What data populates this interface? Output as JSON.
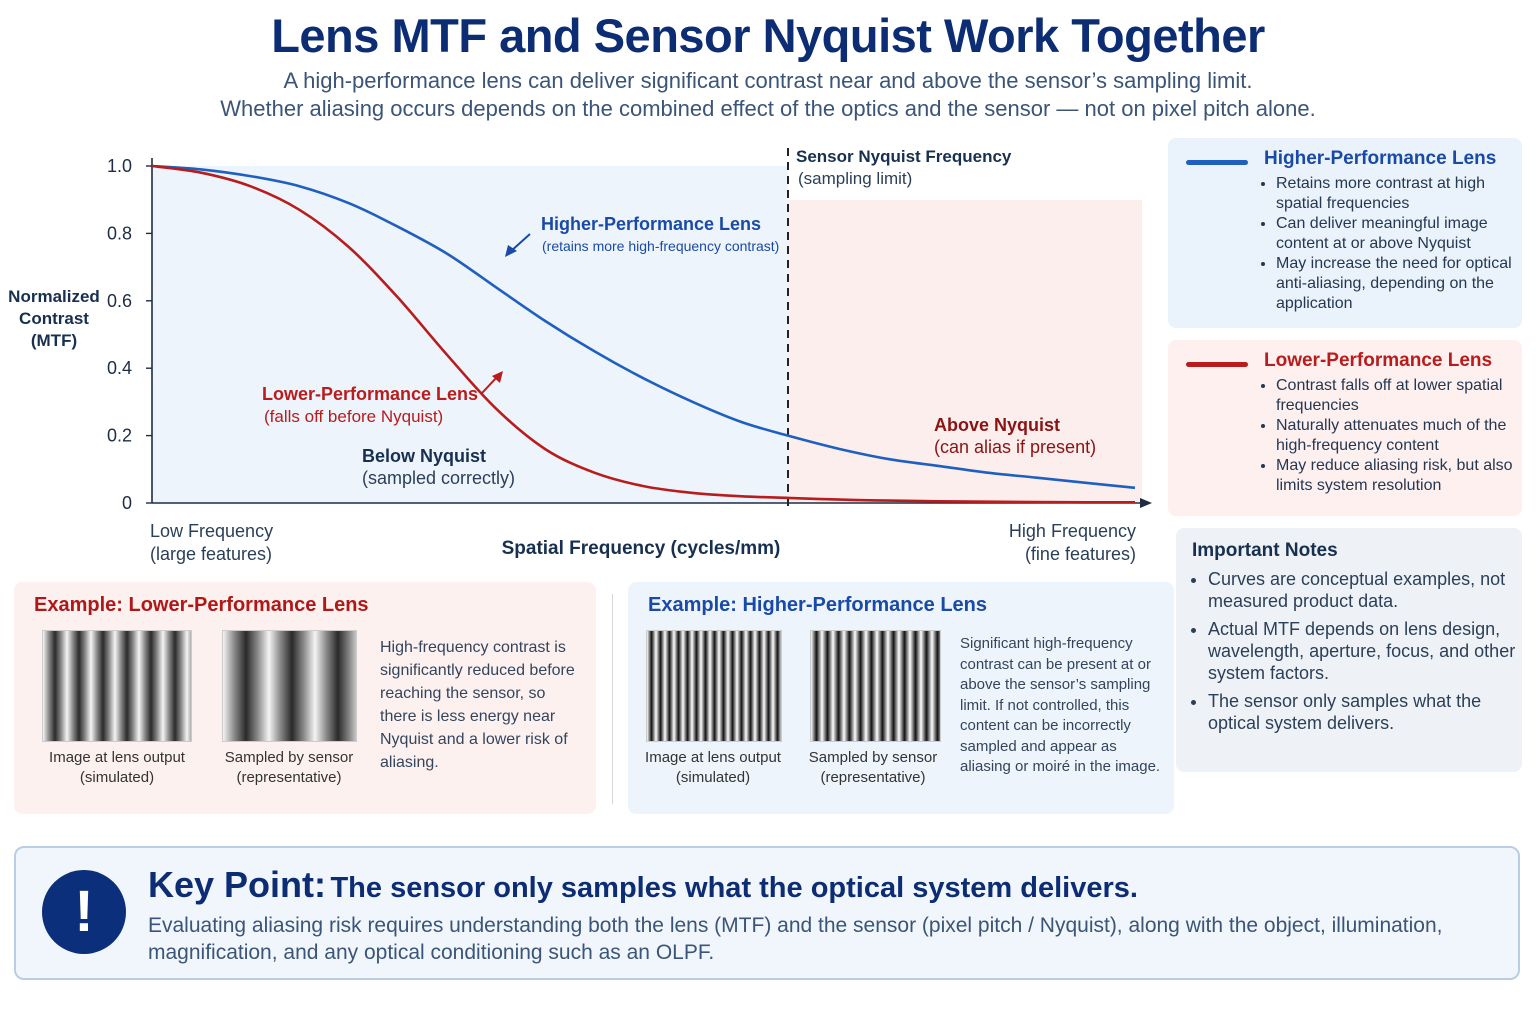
{
  "title": "Lens MTF and Sensor Nyquist Work Together",
  "subtitle_lines": [
    "A high-performance lens can deliver significant contrast near and above the sensor’s sampling limit.",
    "Whether aliasing occurs depends on the combined effect of the optics and the sensor — not on pixel pitch alone."
  ],
  "chart_data": {
    "type": "line",
    "title": "",
    "ylabel": "Normalized Contrast (MTF)",
    "xlabel": "Spatial Frequency (cycles/mm)",
    "xlim": [
      0,
      1
    ],
    "ylim": [
      0,
      1
    ],
    "x_end_labels": {
      "low": [
        "Low Frequency",
        "(large features)"
      ],
      "high": [
        "High Frequency",
        "(fine features)"
      ]
    },
    "y_ticks": [
      {
        "value": 1.0,
        "label": "1.0"
      },
      {
        "value": 0.8,
        "label": "0.8"
      },
      {
        "value": 0.6,
        "label": "0.6"
      },
      {
        "value": 0.4,
        "label": "0.4"
      },
      {
        "value": 0.2,
        "label": "0.2"
      },
      {
        "value": 0.0,
        "label": "0"
      }
    ],
    "nyquist": {
      "x": 0.647,
      "label": "Sensor Nyquist Frequency",
      "sublabel": "(sampling limit)"
    },
    "regions": {
      "below": {
        "label": "Below Nyquist",
        "sublabel": "(sampled correctly)"
      },
      "above": {
        "label": "Above Nyquist",
        "sublabel": "(can alias if present)"
      }
    },
    "x": [
      0.0,
      0.05,
      0.1,
      0.15,
      0.2,
      0.25,
      0.3,
      0.35,
      0.4,
      0.45,
      0.5,
      0.55,
      0.6,
      0.647,
      0.7,
      0.75,
      0.8,
      0.85,
      0.9,
      0.95,
      1.0
    ],
    "series": [
      {
        "name": "Higher-Performance Lens",
        "annotation": "(retains more high-frequency contrast)",
        "color": "#1f5fc0",
        "values": [
          1.0,
          0.99,
          0.97,
          0.94,
          0.89,
          0.82,
          0.74,
          0.64,
          0.54,
          0.45,
          0.37,
          0.3,
          0.24,
          0.2,
          0.16,
          0.13,
          0.11,
          0.09,
          0.075,
          0.06,
          0.045
        ]
      },
      {
        "name": "Lower-Performance Lens",
        "annotation": "(falls off before Nyquist)",
        "color": "#b81c1c",
        "values": [
          1.0,
          0.98,
          0.94,
          0.87,
          0.76,
          0.61,
          0.44,
          0.28,
          0.16,
          0.09,
          0.05,
          0.03,
          0.02,
          0.015,
          0.01,
          0.007,
          0.005,
          0.004,
          0.003,
          0.002,
          0.002
        ]
      }
    ]
  },
  "legend": {
    "higher": {
      "title": "Higher-Performance Lens",
      "color": "#1f5fc0",
      "bullets": [
        "Retains more contrast at high spatial frequencies",
        "Can deliver meaningful image content at or above Nyquist",
        "May increase the need for optical anti-aliasing, depending on the application"
      ]
    },
    "lower": {
      "title": "Lower-Performance Lens",
      "color": "#b81c1c",
      "bullets": [
        "Contrast falls off at lower spatial frequencies",
        "Naturally attenuates much of the high-frequency content",
        "May reduce aliasing risk, but also limits system resolution"
      ]
    }
  },
  "notes": {
    "title": "Important Notes",
    "bullets": [
      "Curves are conceptual examples, not measured product data.",
      "Actual MTF depends on lens design, wavelength, aperture, focus, and other system factors.",
      "The sensor only samples what the optical system delivers."
    ]
  },
  "examples": {
    "lower": {
      "title": "Example: Lower-Performance Lens",
      "cap1": [
        "Image at lens output",
        "(simulated)"
      ],
      "cap2": [
        "Sampled by sensor",
        "(representative)"
      ],
      "description": "High-frequency contrast is significantly reduced before reaching the sensor, so there is less energy near Nyquist and a lower risk of aliasing."
    },
    "higher": {
      "title": "Example: Higher-Performance Lens",
      "cap1": [
        "Image at lens output",
        "(simulated)"
      ],
      "cap2": [
        "Sampled by sensor",
        "(representative)"
      ],
      "description": "Significant high-frequency contrast can be present at or above the sensor’s sampling limit. If not controlled, this content can be incorrectly sampled and appear as aliasing or moiré in the image."
    }
  },
  "key_point": {
    "icon": "!",
    "label": "Key Point:",
    "headline": "The sensor only samples what the optical system delivers.",
    "body": "Evaluating aliasing risk requires understanding both the lens (MTF) and the sensor (pixel pitch / Nyquist), along with the object, illumination, magnification, and any optical conditioning such as an OLPF."
  }
}
